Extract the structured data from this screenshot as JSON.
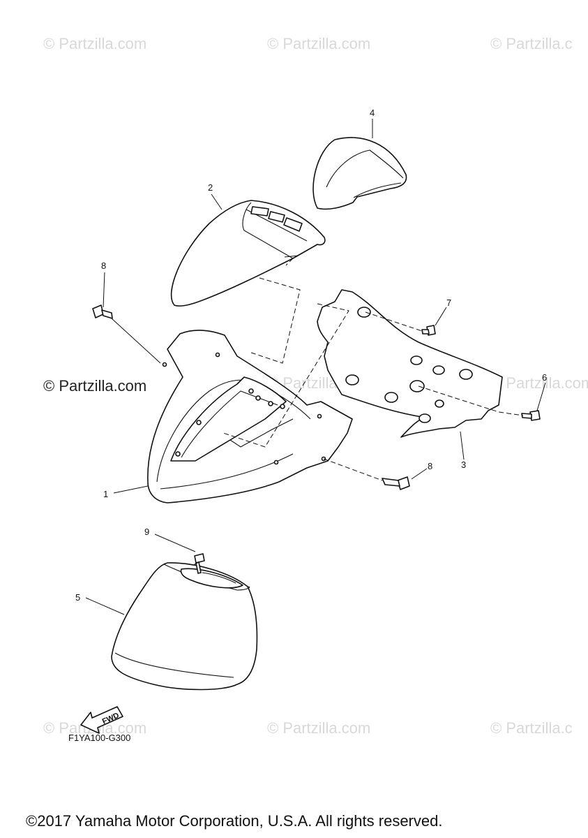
{
  "watermarks": {
    "top_left": "© Partzilla.com",
    "top_center": "© Partzilla.com",
    "top_right": "© Partzilla.c",
    "mid_left": "© Partzilla.com",
    "mid_center": "© Partzilla.com",
    "mid_right": "© Partzilla.com",
    "bottom_left": "© Partzilla.com",
    "bottom_center": "© Partzilla.com",
    "bottom_right": "© Partzilla.c"
  },
  "callouts": {
    "p1": "1",
    "p2": "2",
    "p3": "3",
    "p4": "4",
    "p5": "5",
    "p6": "6",
    "p7": "7",
    "p8a": "8",
    "p8b": "8",
    "p9": "9"
  },
  "fwd_label": "FWD",
  "diagram_code": "F1YA100-G300",
  "copyright": "©2017 Yamaha Motor Corporation, U.S.A. All rights reserved."
}
